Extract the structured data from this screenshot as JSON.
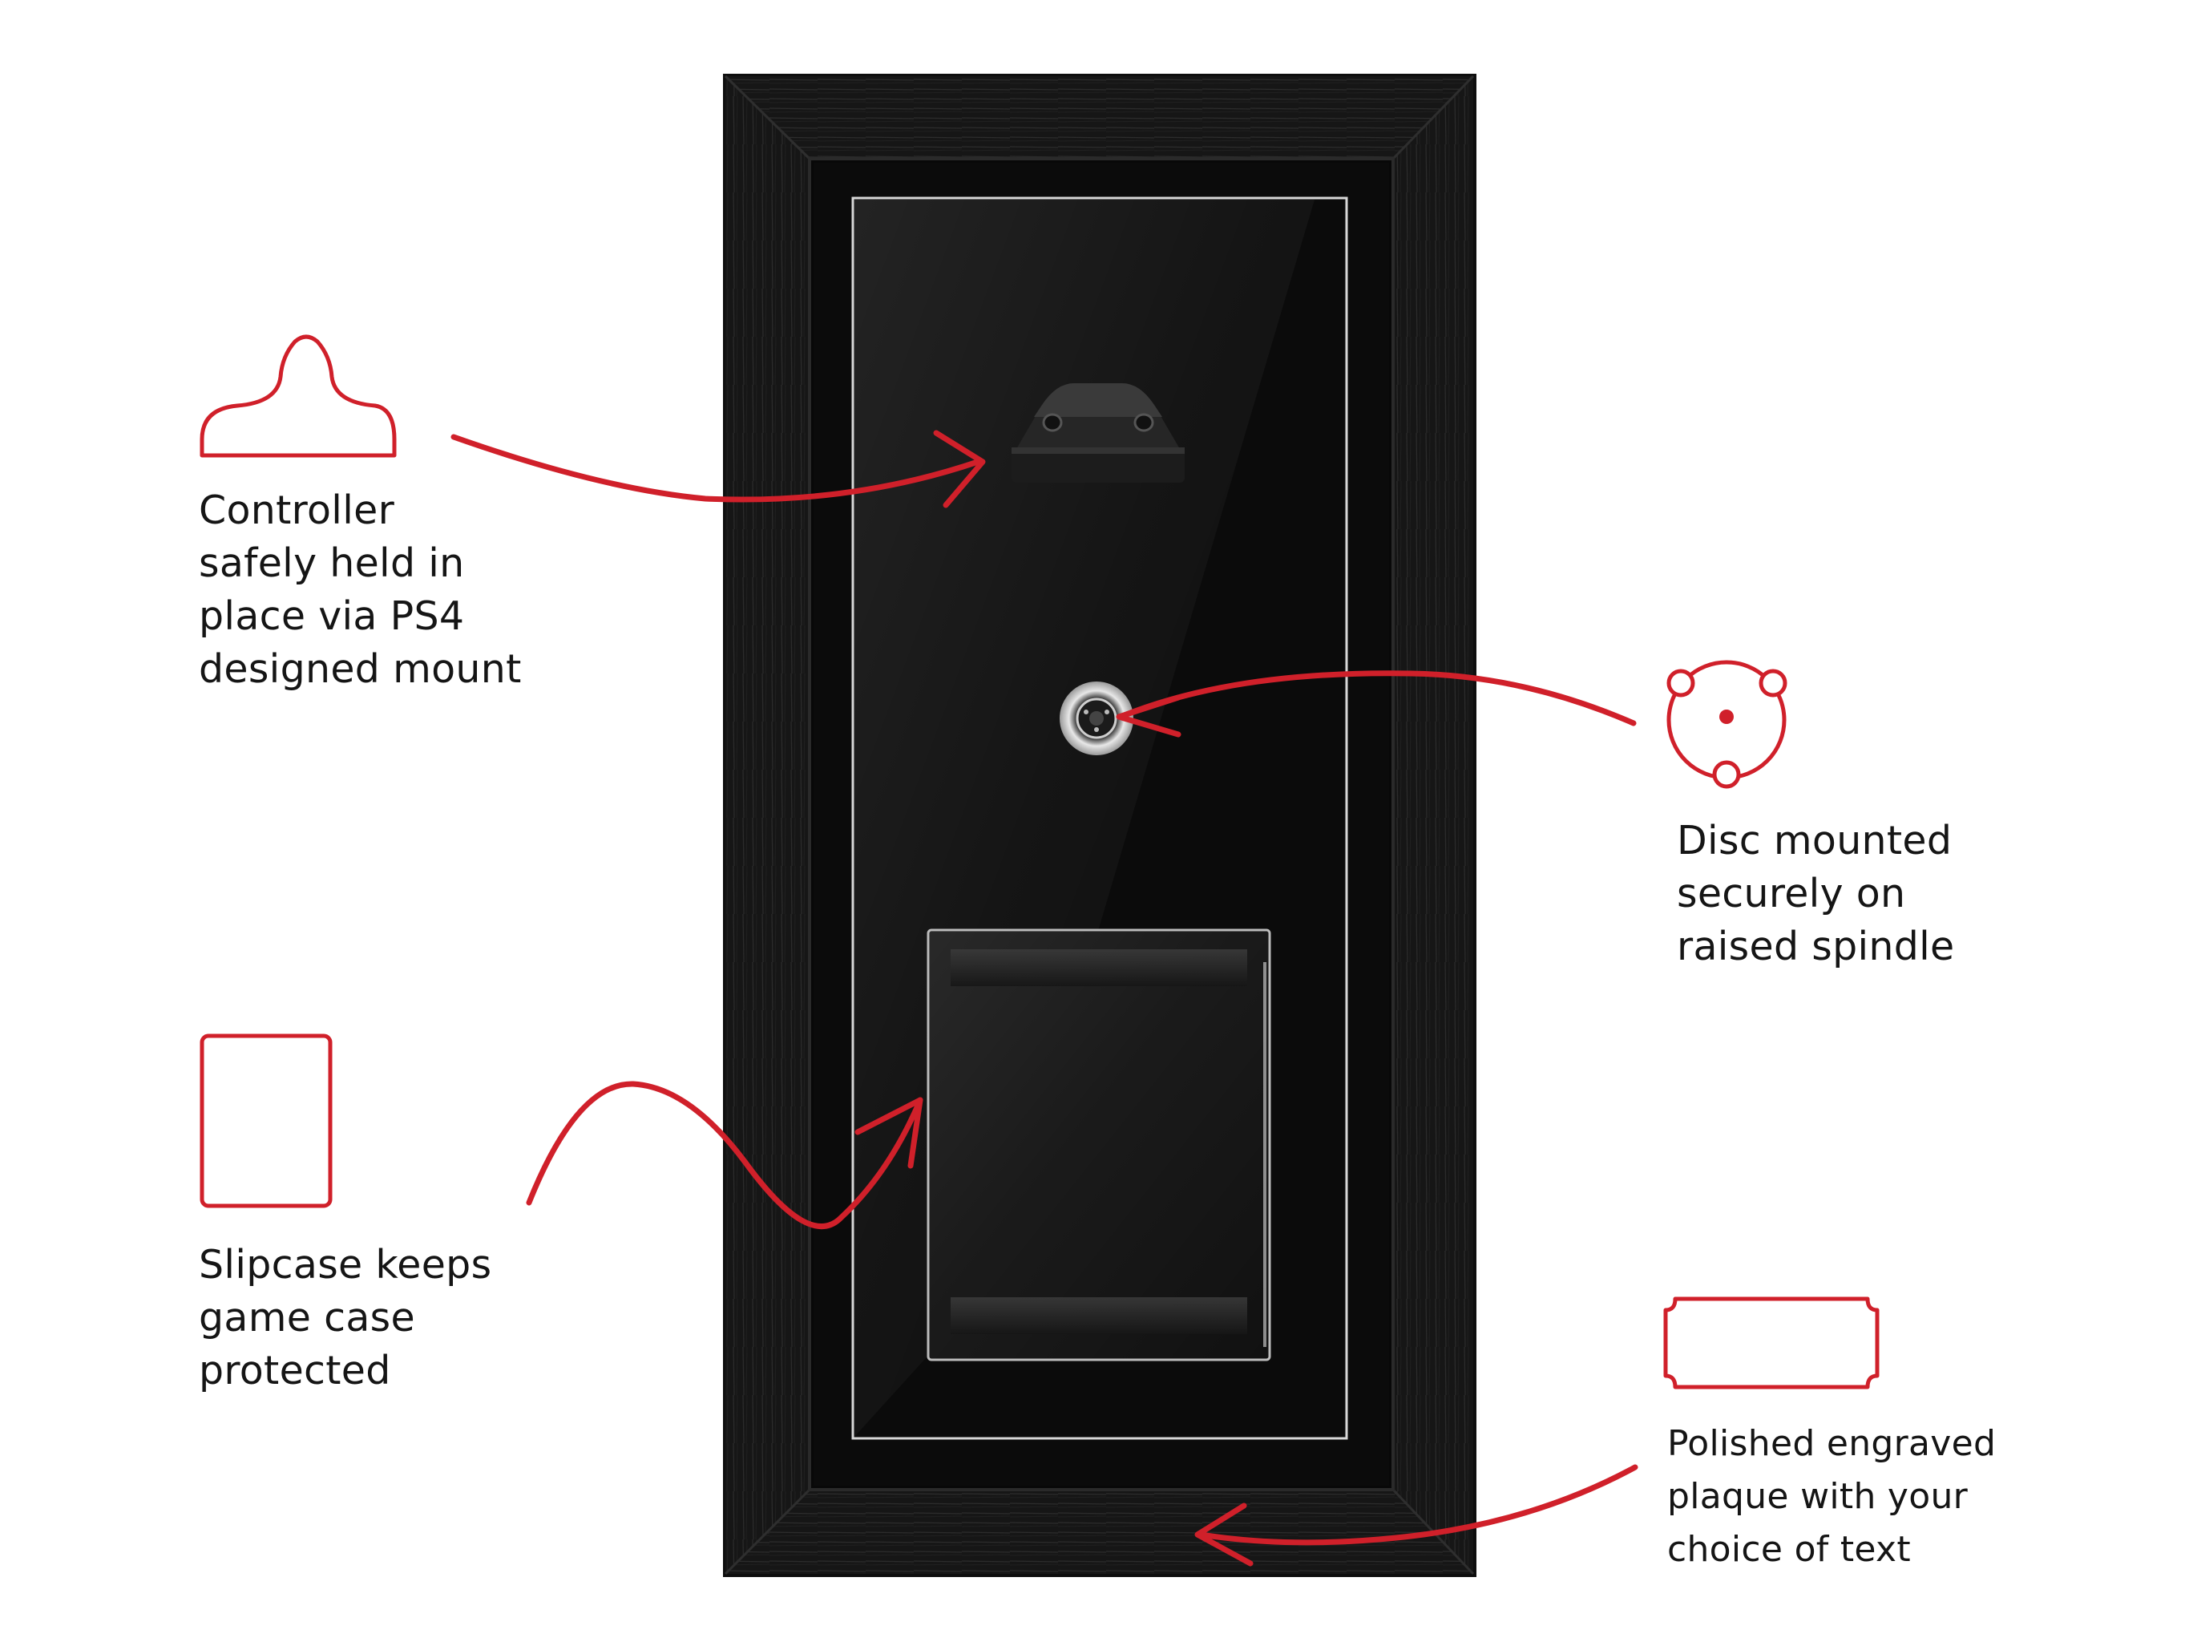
{
  "colors": {
    "accent": "#d0202a",
    "frame": "#151515",
    "backing": "#0b0b0b",
    "caption_text": "#151515"
  },
  "features": [
    {
      "id": "controller",
      "icon": "controller-mount-icon",
      "lines": [
        "Controller",
        "safely held in",
        "place via PS4",
        "designed mount"
      ]
    },
    {
      "id": "disc",
      "icon": "disc-spindle-icon",
      "lines": [
        "Disc mounted",
        "securely on",
        "raised spindle"
      ]
    },
    {
      "id": "slipcase",
      "icon": "slipcase-icon",
      "lines": [
        "Slipcase keeps",
        "game case",
        "protected"
      ]
    },
    {
      "id": "plaque",
      "icon": "plaque-icon",
      "lines": [
        "Polished engraved",
        "plaque with your",
        "choice of text"
      ]
    }
  ]
}
